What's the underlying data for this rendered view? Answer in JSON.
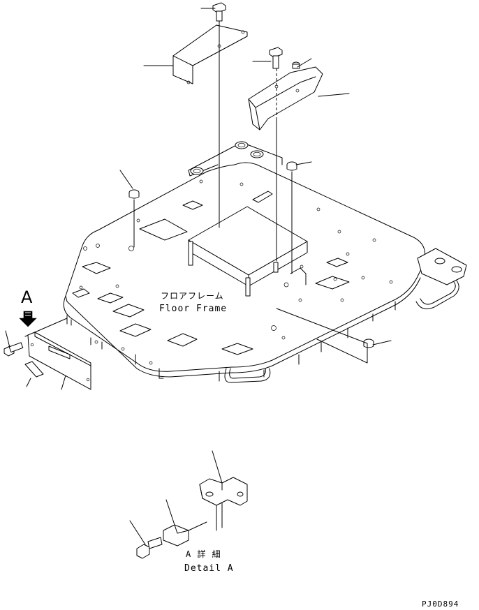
{
  "labels": {
    "floor_frame_jp": "フロアフレーム",
    "floor_frame_en": "Floor Frame",
    "view_arrow": "A",
    "detail_jp": "A 詳 細",
    "detail_en": "Detail A",
    "drawing_code": "PJ0D894"
  }
}
